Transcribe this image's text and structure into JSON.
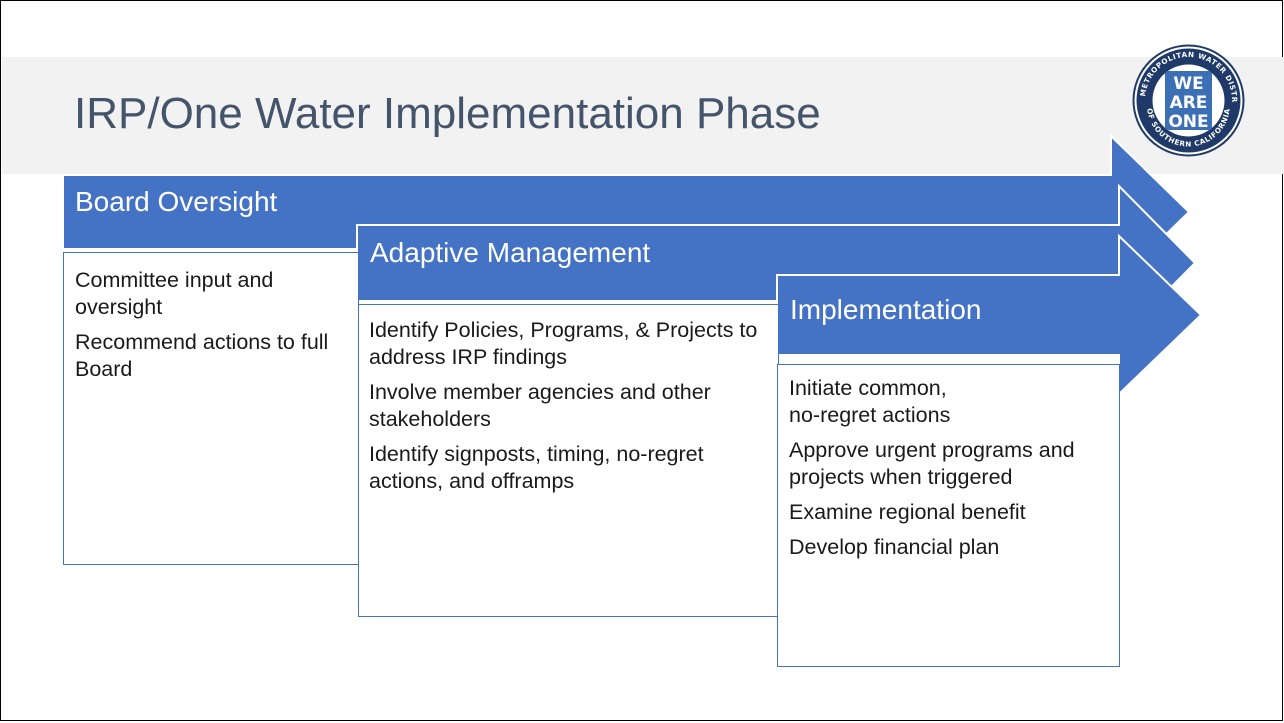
{
  "title": "IRP/One Water Implementation Phase",
  "logo": {
    "ring_text_top": "THE METROPOLITAN WATER DISTRICT",
    "ring_text_bottom": "OF SOUTHERN CALIFORNIA",
    "center_lines": [
      "WE",
      "ARE",
      "ONE"
    ]
  },
  "colors": {
    "arrow": "#4472c4",
    "arrow_outline": "#ffffff",
    "title_text": "#44546a",
    "title_band": "#f2f2f2",
    "box_border": "#4472c4"
  },
  "stages": [
    {
      "label": "Board Oversight",
      "items": [
        "Committee input and oversight",
        "Recommend actions to full Board"
      ]
    },
    {
      "label": "Adaptive Management",
      "items": [
        "Identify Policies, Programs, & Projects to address IRP findings",
        "Involve member agencies and other stakeholders",
        "Identify signposts, timing, no-regret actions, and offramps"
      ]
    },
    {
      "label": "Implementation",
      "items": [
        "Initiate common, no-regret actions",
        "Approve urgent programs and projects when triggered",
        "Examine regional benefit",
        "Develop financial plan"
      ]
    }
  ]
}
